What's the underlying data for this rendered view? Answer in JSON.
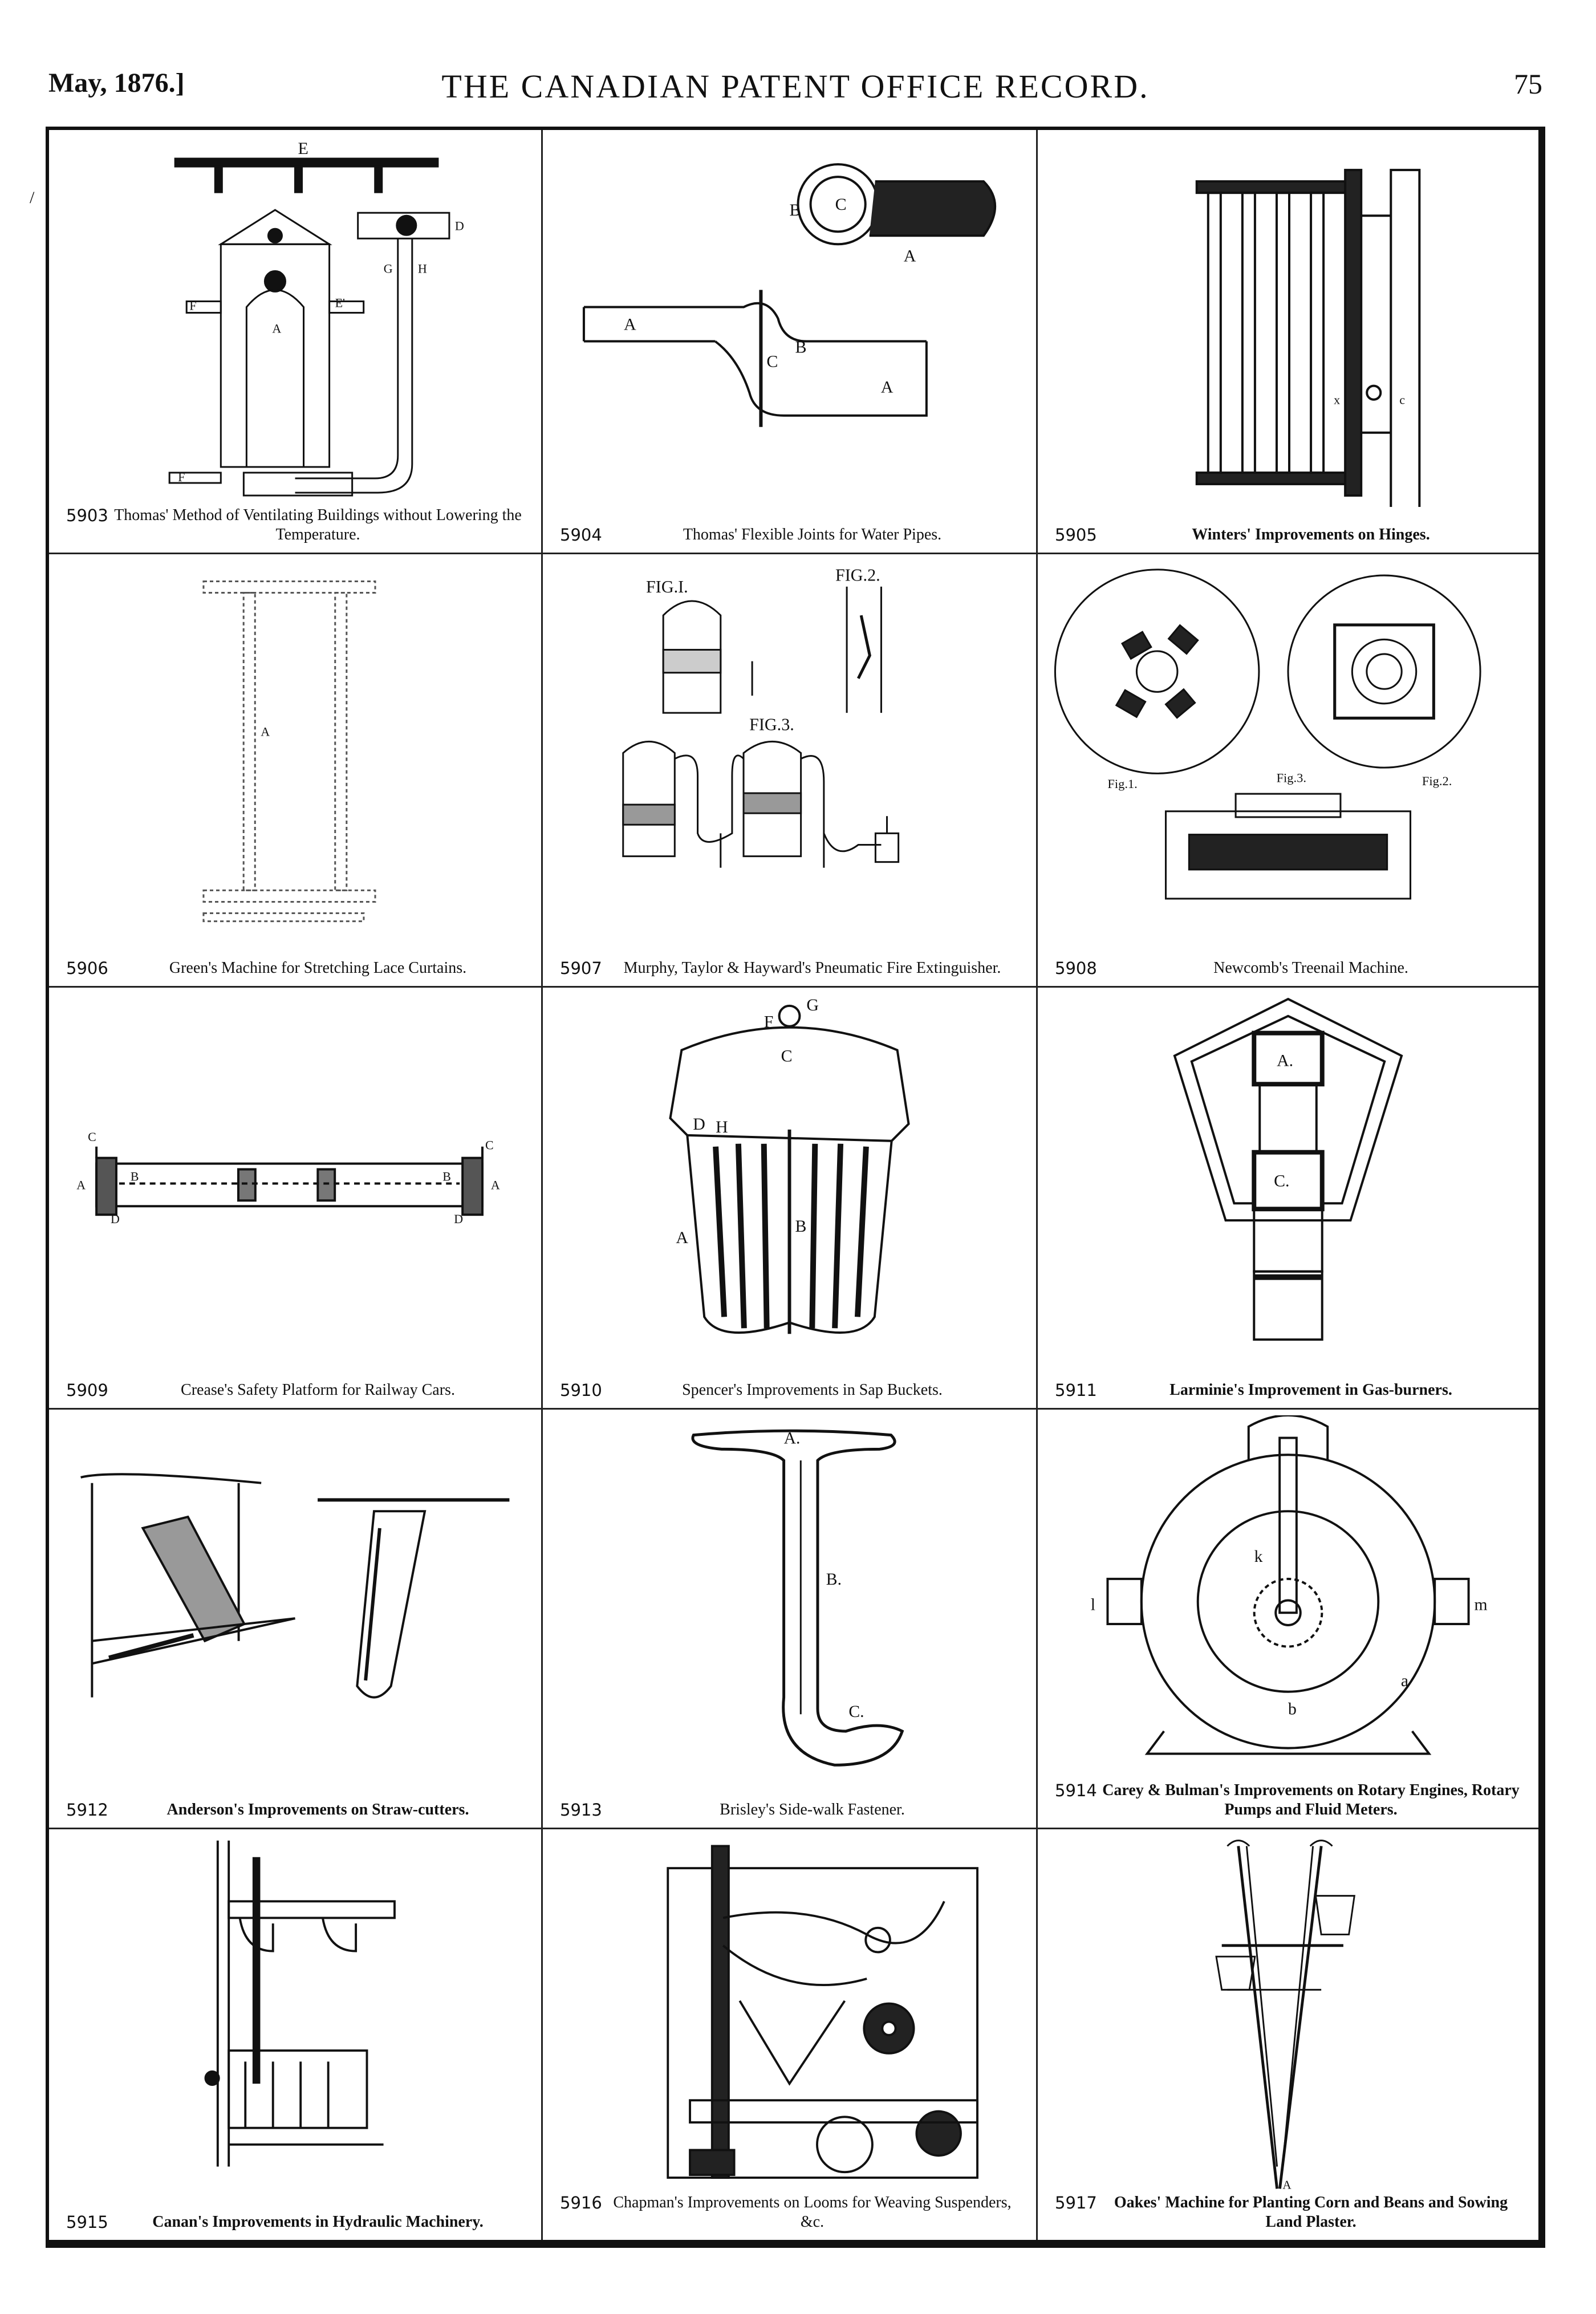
{
  "header": {
    "date": "May, 1876.]",
    "title": "THE CANADIAN PATENT OFFICE RECORD.",
    "page_number": "75"
  },
  "margin_mark": "/",
  "patents": [
    {
      "number": "5903",
      "caption": "Thomas' Method of Ventilating Buildings without Lowering the Temperature.",
      "figure_labels": {
        "e": "E",
        "d": "D",
        "a": "A",
        "e_prime": "E'",
        "f": "F",
        "f2": "F",
        "g": "G",
        "h": "H"
      }
    },
    {
      "number": "5904",
      "caption": "Thomas' Flexible Joints for Water Pipes.",
      "figure_labels": {
        "a1": "A",
        "a2": "A",
        "a3": "A",
        "b1": "B",
        "b2": "B",
        "c1": "C",
        "c2": "C"
      }
    },
    {
      "number": "5905",
      "caption": "Winters' Improvements on Hinges.",
      "figure_labels": {
        "c": "c",
        "x": "x"
      }
    },
    {
      "number": "5906",
      "caption": "Green's Machine for Stretching Lace Curtains.",
      "figure_labels": {
        "a": "A"
      }
    },
    {
      "number": "5907",
      "caption": "Murphy, Taylor & Hayward's Pneumatic Fire Extinguisher.",
      "figure_labels": {
        "fig1": "FIG.I.",
        "fig2": "FIG.2.",
        "fig3": "FIG.3."
      }
    },
    {
      "number": "5908",
      "caption": "Newcomb's Treenail Machine.",
      "figure_labels": {
        "fig1": "Fig.1.",
        "fig2": "Fig.2.",
        "fig3": "Fig.3."
      }
    },
    {
      "number": "5909",
      "caption": "Crease's Safety Platform for Railway Cars.",
      "figure_labels": {
        "c1": "C",
        "c2": "C",
        "a1": "A",
        "a2": "A",
        "d1": "D",
        "d2": "D",
        "b1": "B",
        "b2": "B"
      }
    },
    {
      "number": "5910",
      "caption": "Spencer's Improvements in Sap Buckets.",
      "figure_labels": {
        "g": "G",
        "f": "F",
        "c": "C",
        "d": "D",
        "h": "H",
        "a": "A",
        "b": "B"
      }
    },
    {
      "number": "5911",
      "caption": "Larminie's Improvement in Gas-burners.",
      "figure_labels": {
        "a": "A.",
        "c": "C."
      }
    },
    {
      "number": "5912",
      "caption": "Anderson's Improvements on Straw-cutters.",
      "figure_labels": {}
    },
    {
      "number": "5913",
      "caption": "Brisley's Side-walk Fastener.",
      "figure_labels": {
        "a": "A.",
        "b": "B.",
        "c": "C."
      }
    },
    {
      "number": "5914",
      "caption": "Carey & Bulman's Improvements on Rotary Engines, Rotary Pumps and Fluid Meters.",
      "figure_labels": {
        "l": "l",
        "m": "m",
        "a": "a",
        "b": "b",
        "k": "k"
      }
    },
    {
      "number": "5915",
      "caption": "Canan's Improvements in Hydraulic Machinery.",
      "figure_labels": {}
    },
    {
      "number": "5916",
      "caption": "Chapman's Improvements on Looms for Weaving Suspenders, &c.",
      "figure_labels": {}
    },
    {
      "number": "5917",
      "caption": "Oakes' Machine for Planting Corn and Beans and Sowing Land Plaster.",
      "figure_labels": {
        "a": "A"
      }
    }
  ]
}
